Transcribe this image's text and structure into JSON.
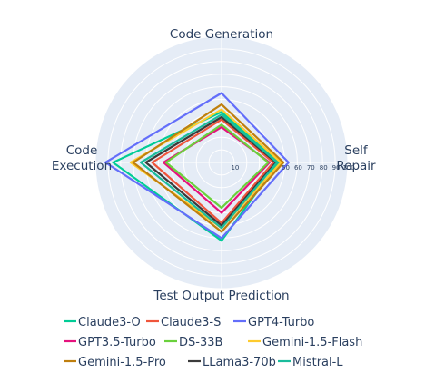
{
  "chart_data": {
    "type": "radar",
    "axes": [
      "Code Generation",
      "Self Repair",
      "Test Output Prediction",
      "Code Execution"
    ],
    "axis_label_lines": [
      [
        "Code Generation"
      ],
      [
        "Self",
        "Repair"
      ],
      [
        "Test Output Prediction"
      ],
      [
        "Code",
        "Execution"
      ]
    ],
    "radial_range": [
      0,
      100
    ],
    "radial_ticks": [
      10,
      50,
      60,
      70,
      80,
      90,
      100
    ],
    "radial_tick_labels": [
      "10",
      "50",
      "60",
      "70",
      "80",
      "90",
      "100"
    ],
    "grid": true,
    "legend_position": "bottom",
    "background_color": "#e5ecf6",
    "series": [
      {
        "name": "Claude3-O",
        "color": "#00cc96",
        "values": [
          40,
          45,
          62,
          86
        ]
      },
      {
        "name": "Claude3-S",
        "color": "#ef553b",
        "values": [
          34,
          41,
          48,
          55
        ]
      },
      {
        "name": "GPT4-Turbo",
        "color": "#636efa",
        "values": [
          55,
          53,
          60,
          92
        ]
      },
      {
        "name": "GPT3.5-Turbo",
        "color": "#e5127d",
        "values": [
          28,
          38,
          40,
          46
        ]
      },
      {
        "name": "DS-33B",
        "color": "#6ad13c",
        "values": [
          30,
          37,
          36,
          44
        ]
      },
      {
        "name": "Gemini-1.5-Flash",
        "color": "#fecb2e",
        "values": [
          42,
          47,
          52,
          72
        ]
      },
      {
        "name": "Gemini-1.5-Pro",
        "color": "#bf7f0e",
        "values": [
          46,
          49,
          55,
          70
        ]
      },
      {
        "name": "LLama3-70b",
        "color": "#3b3b3b",
        "values": [
          36,
          43,
          50,
          60
        ]
      },
      {
        "name": "Mistral-L",
        "color": "#1abc9c",
        "values": [
          38,
          44,
          52,
          64
        ]
      }
    ]
  }
}
